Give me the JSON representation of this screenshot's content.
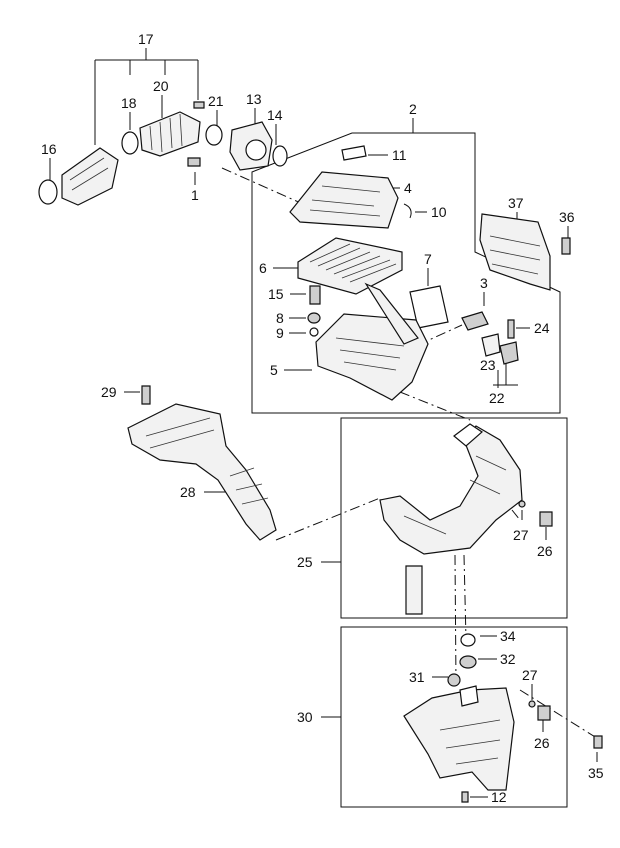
{
  "callouts": {
    "c1": "1",
    "c2": "2",
    "c3": "3",
    "c4": "4",
    "c5": "5",
    "c6": "6",
    "c7": "7",
    "c8": "8",
    "c9": "9",
    "c10": "10",
    "c11": "11",
    "c12": "12",
    "c13": "13",
    "c14": "14",
    "c15": "15",
    "c16": "16",
    "c17": "17",
    "c18": "18",
    "c20": "20",
    "c21": "21",
    "c22": "22",
    "c23": "23",
    "c24": "24",
    "c25": "25",
    "c26a": "26",
    "c26b": "26",
    "c27a": "27",
    "c27b": "27",
    "c28": "28",
    "c29": "29",
    "c30": "30",
    "c31": "31",
    "c32": "32",
    "c34": "34",
    "c35": "35",
    "c36": "36",
    "c37": "37"
  }
}
